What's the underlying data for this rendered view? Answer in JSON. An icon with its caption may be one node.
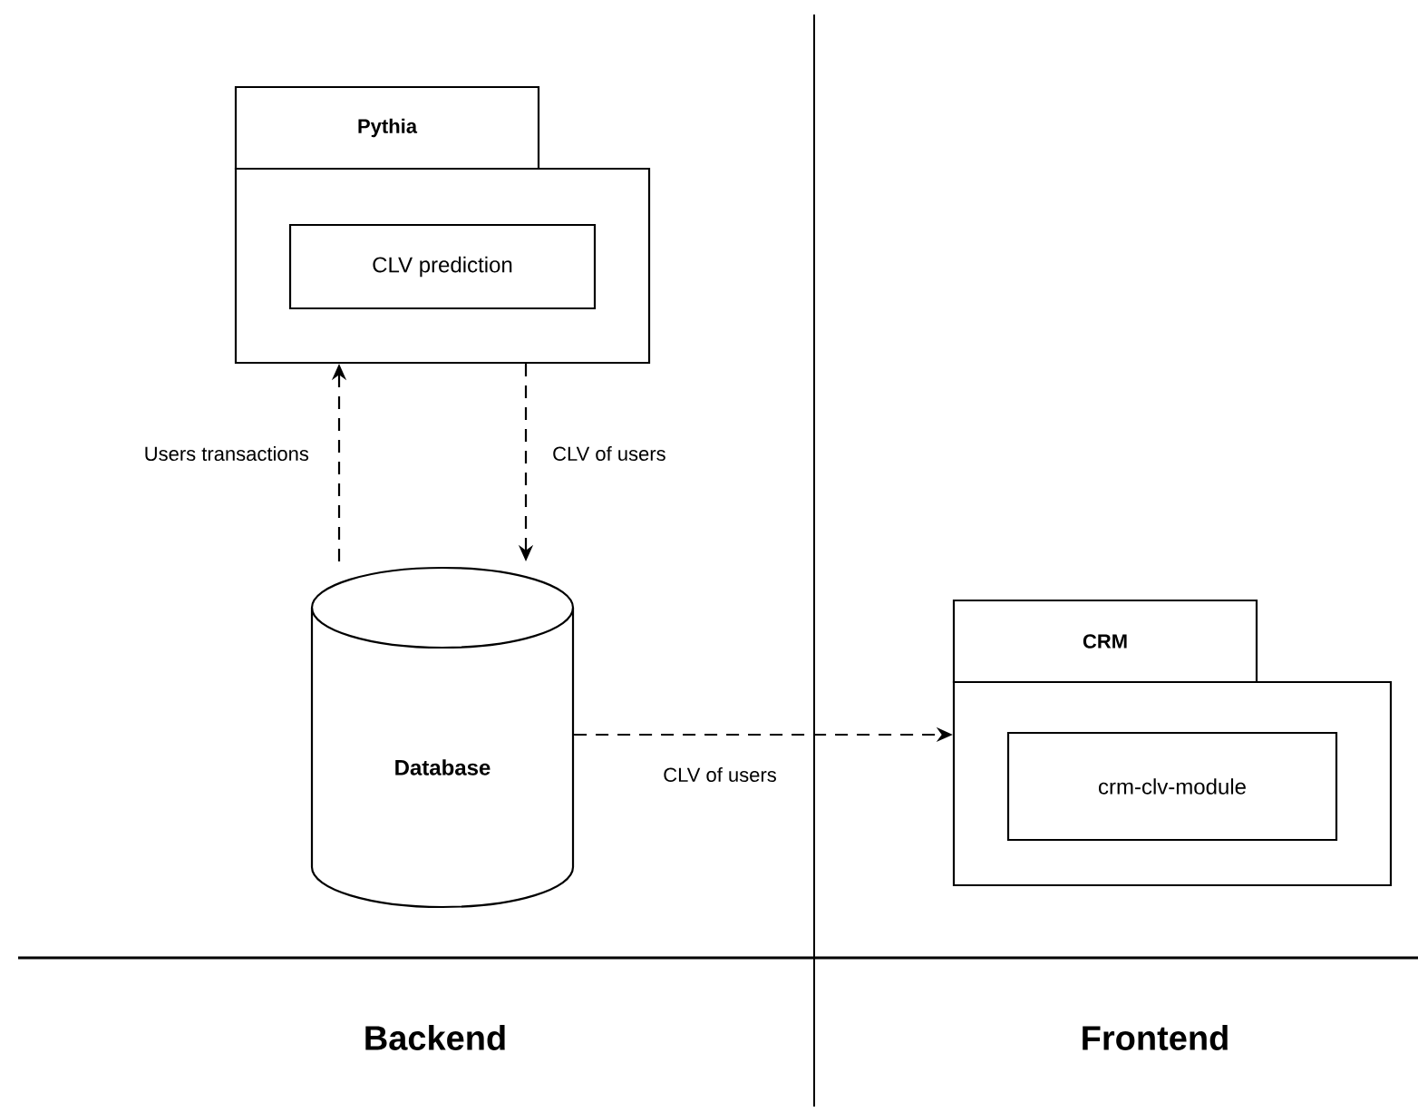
{
  "diagram": {
    "nodes": [
      {
        "text": [
          "Pythia"
        ]
      },
      {
        "text": [
          "CLV prediction"
        ],
        "in": 0
      },
      {
        "text": [
          "Database"
        ]
      },
      {
        "text": [
          "CRM"
        ]
      },
      {
        "text": [
          "crm-clv-module"
        ],
        "in": 3
      }
    ],
    "edges": [
      {
        "from": 2,
        "to": 0,
        "arrow": "to",
        "label": "Users transactions",
        "style": "dashed"
      },
      {
        "from": 0,
        "to": 2,
        "arrow": "to",
        "label": "CLV of users",
        "style": "dashed"
      },
      {
        "from": 2,
        "to": 3,
        "arrow": "to",
        "label": "CLV of users",
        "style": "dashed"
      }
    ],
    "labels": [
      "Backend",
      "Frontend"
    ]
  }
}
